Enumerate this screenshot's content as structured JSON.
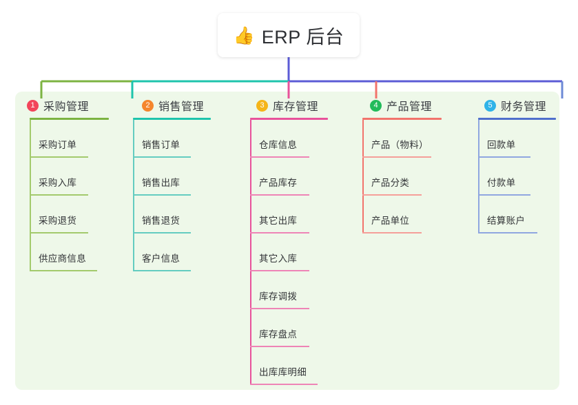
{
  "root": {
    "icon": "thumbs-up-icon",
    "icon_glyph": "👍",
    "label": "ERP 后台"
  },
  "palette": {
    "canvas_bg": "#eef8e9",
    "page_bg": "#ffffff",
    "trunk_line": "#5b5bd6",
    "column_colors": [
      "#7cb342",
      "#1ec4ac",
      "#e8529b",
      "#f2736c",
      "#6d8ad6"
    ],
    "badge_colors": [
      "#f2455a",
      "#f5862e",
      "#f5b519",
      "#22bb5b",
      "#2fb3e8"
    ],
    "text": "#333538"
  },
  "columns": [
    {
      "index": "1",
      "badge": "1",
      "title": "采购管理",
      "color": "#7cb342",
      "badge_color": "#f2455a",
      "head_rule_width": 115,
      "items": [
        {
          "label": "采购订单",
          "underline_width": 85
        },
        {
          "label": "采购入库",
          "underline_width": 85
        },
        {
          "label": "采购退货",
          "underline_width": 85
        },
        {
          "label": "供应商信息",
          "underline_width": 98
        }
      ]
    },
    {
      "index": "2",
      "badge": "2",
      "title": "销售管理",
      "color": "#1ec4ac",
      "badge_color": "#f5862e",
      "head_rule_width": 113,
      "items": [
        {
          "label": "销售订单",
          "underline_width": 84
        },
        {
          "label": "销售出库",
          "underline_width": 84
        },
        {
          "label": "销售退货",
          "underline_width": 84
        },
        {
          "label": "客户信息",
          "underline_width": 84
        }
      ]
    },
    {
      "index": "3",
      "badge": "3",
      "title": "库存管理",
      "color": "#e8529b",
      "badge_color": "#f5b519",
      "head_rule_width": 113,
      "items": [
        {
          "label": "仓库信息",
          "underline_width": 86
        },
        {
          "label": "产品库存",
          "underline_width": 86
        },
        {
          "label": "其它出库",
          "underline_width": 86
        },
        {
          "label": "其它入库",
          "underline_width": 86
        },
        {
          "label": "库存调拨",
          "underline_width": 86
        },
        {
          "label": "库存盘点",
          "underline_width": 86
        },
        {
          "label": "出库库明细",
          "underline_width": 98
        }
      ]
    },
    {
      "index": "4",
      "badge": "4",
      "title": "产品管理",
      "color": "#f2736c",
      "badge_color": "#22bb5b",
      "head_rule_width": 115,
      "items": [
        {
          "label": "产品（物料）",
          "underline_width": 100
        },
        {
          "label": "产品分类",
          "underline_width": 86
        },
        {
          "label": "产品单位",
          "underline_width": 86
        }
      ]
    },
    {
      "index": "5",
      "badge": "5",
      "title": "财务管理",
      "color": "#6d8ad6",
      "badge_color": "#2fb3e8",
      "head_rule_width": 113,
      "items": [
        {
          "label": "回款单",
          "underline_width": 76
        },
        {
          "label": "付款单",
          "underline_width": 76
        },
        {
          "label": "结算账户",
          "underline_width": 86
        }
      ]
    }
  ]
}
